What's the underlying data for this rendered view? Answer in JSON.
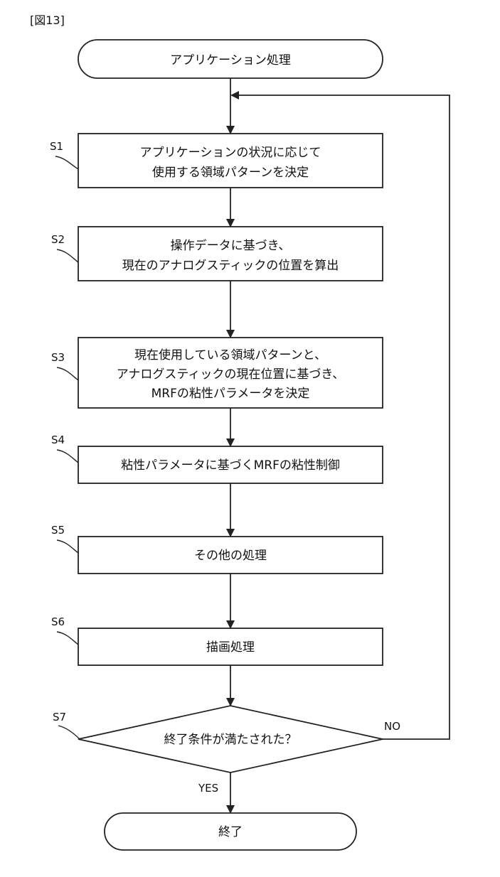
{
  "figure_label": "[図13]",
  "start": "アプリケーション処理",
  "steps": [
    {
      "id": "S1",
      "lines": [
        "アプリケーションの状況に応じて",
        "使用する領域パターンを決定"
      ]
    },
    {
      "id": "S2",
      "lines": [
        "操作データに基づき、",
        "現在のアナログスティックの位置を算出"
      ]
    },
    {
      "id": "S3",
      "lines": [
        "現在使用している領域パターンと、",
        "アナログスティックの現在位置に基づき、",
        "MRFの粘性パラメータを決定"
      ]
    },
    {
      "id": "S4",
      "lines": [
        "粘性パラメータに基づくMRFの粘性制御"
      ]
    },
    {
      "id": "S5",
      "lines": [
        "その他の処理"
      ]
    },
    {
      "id": "S6",
      "lines": [
        "描画処理"
      ]
    }
  ],
  "decision": {
    "id": "S7",
    "text": "終了条件が満たされた？",
    "no_label": "NO",
    "yes_label": "YES"
  },
  "end": "終了"
}
